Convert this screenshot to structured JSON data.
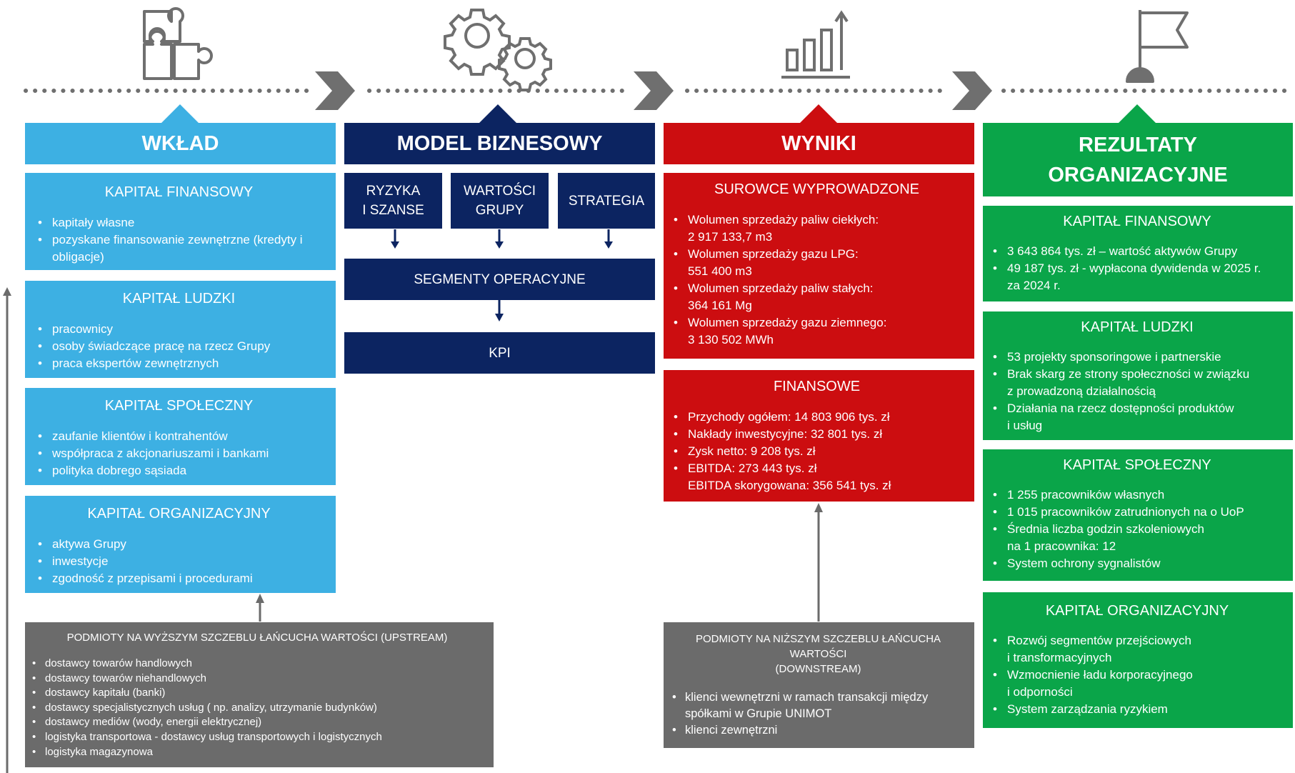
{
  "headers": {
    "wklad": "WKŁAD",
    "model": "MODEL BIZNESOWY",
    "wyniki": "WYNIKI",
    "rezultaty_1": "REZULTATY",
    "rezultaty_2": "ORGANIZACYJNE"
  },
  "wklad": [
    {
      "title": "KAPITAŁ FINANSOWY",
      "items": [
        "kapitały własne",
        "pozyskane finansowanie zewnętrzne (kredyty i obligacje)"
      ]
    },
    {
      "title": "KAPITAŁ LUDZKI",
      "items": [
        "pracownicy",
        "osoby świadczące pracę na rzecz Grupy",
        "praca ekspertów zewnętrznych"
      ]
    },
    {
      "title": "KAPITAŁ SPOŁECZNY",
      "items": [
        "zaufanie klientów i kontrahentów",
        "współpraca z akcjonariuszami i bankami",
        "polityka dobrego sąsiada"
      ]
    },
    {
      "title": "KAPITAŁ ORGANIZACYJNY",
      "items": [
        "aktywa Grupy",
        "inwestycje",
        "zgodność z przepisami i procedurami"
      ]
    }
  ],
  "model": {
    "ryzyka_1": "RYZYKA",
    "ryzyka_2": "I SZANSE",
    "wartosci_1": "WARTOŚCI",
    "wartosci_2": "GRUPY",
    "strategia": "STRATEGIA",
    "segmenty": "SEGMENTY OPERACYJNE",
    "kpi": "KPI"
  },
  "wyniki": [
    {
      "title": "SUROWCE WYPROWADZONE",
      "items": [
        [
          "Wolumen sprzedaży paliw ciekłych:",
          "2 917 133,7 m3"
        ],
        [
          "Wolumen sprzedaży gazu LPG:",
          "551 400 m3"
        ],
        [
          "Wolumen sprzedaży paliw stałych:",
          "364 161 Mg"
        ],
        [
          "Wolumen sprzedaży gazu ziemnego:",
          "3 130 502 MWh"
        ]
      ]
    },
    {
      "title": "FINANSOWE",
      "items": [
        [
          "Przychody ogółem: 14 803 906 tys. zł"
        ],
        [
          "Nakłady inwestycyjne: 32 801 tys. zł"
        ],
        [
          "Zysk netto: 9 208 tys. zł"
        ],
        [
          "EBITDA: 273 443 tys. zł",
          "EBITDA skorygowana: 356 541 tys. zł"
        ]
      ]
    }
  ],
  "rezultaty": [
    {
      "title": "KAPITAŁ FINANSOWY",
      "items": [
        [
          "3 643 864 tys. zł – wartość  aktywów Grupy"
        ],
        [
          "49 187 tys. zł - wypłacona dywidenda w 2025 r.",
          "za 2024 r."
        ]
      ]
    },
    {
      "title": "KAPITAŁ LUDZKI",
      "items": [
        [
          "53 projekty sponsoringowe i partnerskie"
        ],
        [
          "Brak skarg ze strony społeczności w związku",
          "z prowadzoną działalnością"
        ],
        [
          "Działania na rzecz dostępności produktów",
          "i usług"
        ]
      ]
    },
    {
      "title": "KAPITAŁ SPOŁECZNY",
      "items": [
        [
          "1 255 pracowników własnych"
        ],
        [
          "1 015 pracowników zatrudnionych na o UoP"
        ],
        [
          "Średnia liczba godzin szkoleniowych",
          "na 1 pracownika: 12"
        ],
        [
          "System ochrony sygnalistów"
        ]
      ]
    },
    {
      "title": "KAPITAŁ ORGANIZACYJNY",
      "items": [
        [
          "Rozwój segmentów przejściowych",
          "i transformacyjnych"
        ],
        [
          "Wzmocnienie ładu korporacyjnego",
          "i odporności"
        ],
        [
          "System zarządzania ryzykiem"
        ]
      ]
    }
  ],
  "upstream": {
    "title": "PODMIOTY NA WYŻSZYM SZCZEBLU ŁAŃCUCHA WARTOŚCI (UPSTREAM)",
    "items": [
      "dostawcy towarów handlowych",
      "dostawcy towarów niehandlowych",
      "dostawcy kapitału (banki)",
      "dostawcy specjalistycznych usług ( np. analizy, utrzymanie budynków)",
      "dostawcy mediów (wody, energii elektrycznej)",
      "logistyka transportowa - dostawcy usług transportowych i logistycznych",
      "logistyka magazynowa"
    ]
  },
  "downstream": {
    "title_1": "PODMIOTY NA NIŻSZYM SZCZEBLU ŁAŃCUCHA WARTOŚCI",
    "title_2": "(DOWNSTREAM)",
    "items": [
      [
        "klienci wewnętrzni w ramach transakcji między",
        "spółkami w Grupie UNIMOT"
      ],
      [
        "klienci zewnętrzni"
      ]
    ]
  },
  "colors": {
    "wklad": "#3db0e3",
    "model": "#0c2461",
    "wyniki": "#cc0d10",
    "rezultaty": "#0aa549",
    "value_chain": "#6b6b6b",
    "icons": "#6f6f6f"
  },
  "icons": [
    "puzzle-icon",
    "gears-icon",
    "bar-chart-icon",
    "flag-icon",
    "chevron-right-icon"
  ]
}
